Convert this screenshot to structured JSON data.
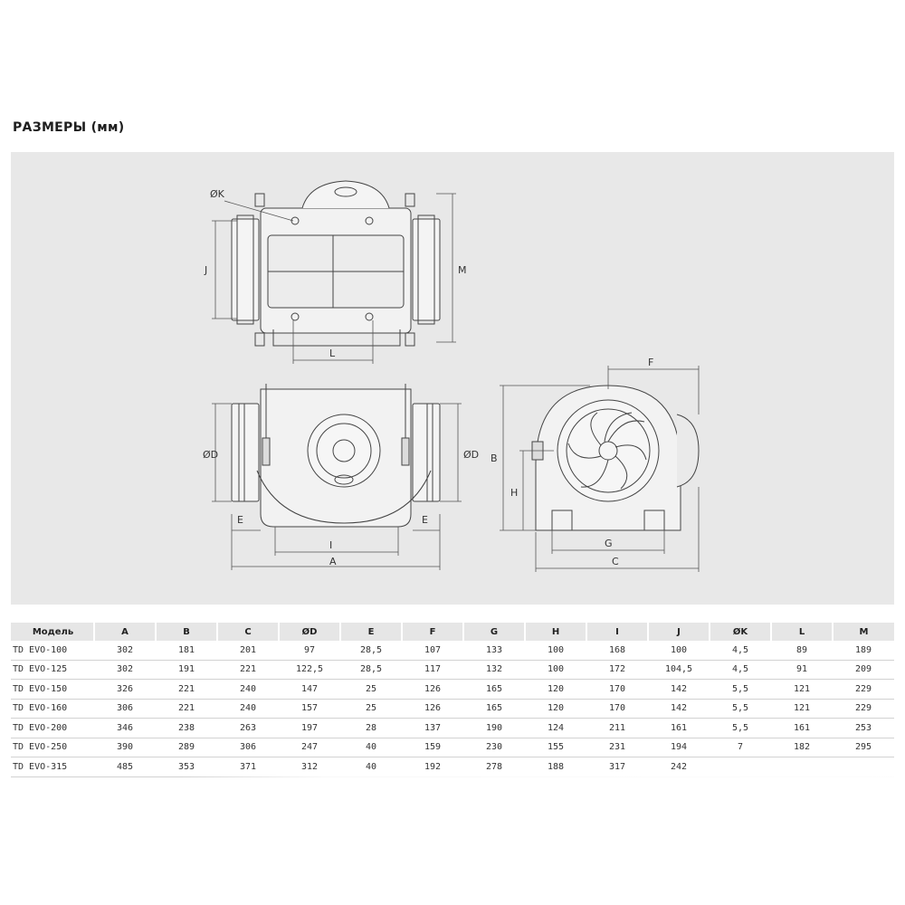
{
  "title": "РАЗМЕРЫ (мм)",
  "drawing": {
    "labels": {
      "k": "ØK",
      "j": "J",
      "m": "M",
      "l": "L",
      "d_left": "ØD",
      "d_right": "ØD",
      "e_left": "E",
      "e_right": "E",
      "i": "I",
      "a": "A",
      "f": "F",
      "b": "B",
      "h": "H",
      "g": "G",
      "c": "C"
    }
  },
  "table": {
    "headers": [
      "Модель",
      "A",
      "B",
      "C",
      "ØD",
      "E",
      "F",
      "G",
      "H",
      "I",
      "J",
      "ØK",
      "L",
      "M"
    ],
    "rows": [
      [
        "TD EVO-100",
        "302",
        "181",
        "201",
        "97",
        "28,5",
        "107",
        "133",
        "100",
        "168",
        "100",
        "4,5",
        "89",
        "189"
      ],
      [
        "TD EVO-125",
        "302",
        "191",
        "221",
        "122,5",
        "28,5",
        "117",
        "132",
        "100",
        "172",
        "104,5",
        "4,5",
        "91",
        "209"
      ],
      [
        "TD EVO-150",
        "326",
        "221",
        "240",
        "147",
        "25",
        "126",
        "165",
        "120",
        "170",
        "142",
        "5,5",
        "121",
        "229"
      ],
      [
        "TD EVO-160",
        "306",
        "221",
        "240",
        "157",
        "25",
        "126",
        "165",
        "120",
        "170",
        "142",
        "5,5",
        "121",
        "229"
      ],
      [
        "TD EVO-200",
        "346",
        "238",
        "263",
        "197",
        "28",
        "137",
        "190",
        "124",
        "211",
        "161",
        "5,5",
        "161",
        "253"
      ],
      [
        "TD EVO-250",
        "390",
        "289",
        "306",
        "247",
        "40",
        "159",
        "230",
        "155",
        "231",
        "194",
        "7",
        "182",
        "295"
      ],
      [
        "TD EVO-315",
        "485",
        "353",
        "371",
        "312",
        "40",
        "192",
        "278",
        "188",
        "317",
        "242",
        "",
        "",
        ""
      ]
    ]
  },
  "colors": {
    "panel": "#e8e8e8",
    "line": "#444444",
    "header_bg": "#e6e6e6"
  }
}
